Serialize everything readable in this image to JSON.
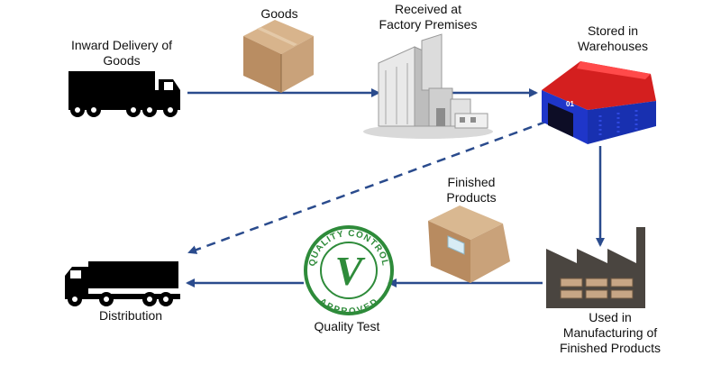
{
  "labels": {
    "inward": [
      "Inward Delivery of",
      "Goods"
    ],
    "goods": "Goods",
    "received": [
      "Received at",
      "Factory Premises"
    ],
    "stored": [
      "Stored in",
      "Warehouses"
    ],
    "finished": [
      "Finished",
      "Products"
    ],
    "used": [
      "Used in",
      "Manufacturing of",
      "Finished Products"
    ],
    "quality": "Quality Test",
    "distribution": "Distribution"
  },
  "stamp": {
    "top_text": "QUALITY CONTROL",
    "bottom_text": "APPROVED",
    "mark": "V",
    "color": "#2e8b3a"
  },
  "warehouse_number": "01",
  "colors": {
    "arrow": "#2a4b8d",
    "truck": "#000000",
    "warehouse_roof": "#d41f1f",
    "warehouse_wall": "#1f36c9",
    "box": "#c9a27a",
    "factory": "#4a4540"
  },
  "icons": [
    "inbound-truck-icon",
    "goods-box-icon",
    "factory-building-icon",
    "warehouse-icon",
    "manufacturing-plant-icon",
    "finished-products-box-icon",
    "quality-stamp-icon",
    "distribution-truck-icon"
  ]
}
